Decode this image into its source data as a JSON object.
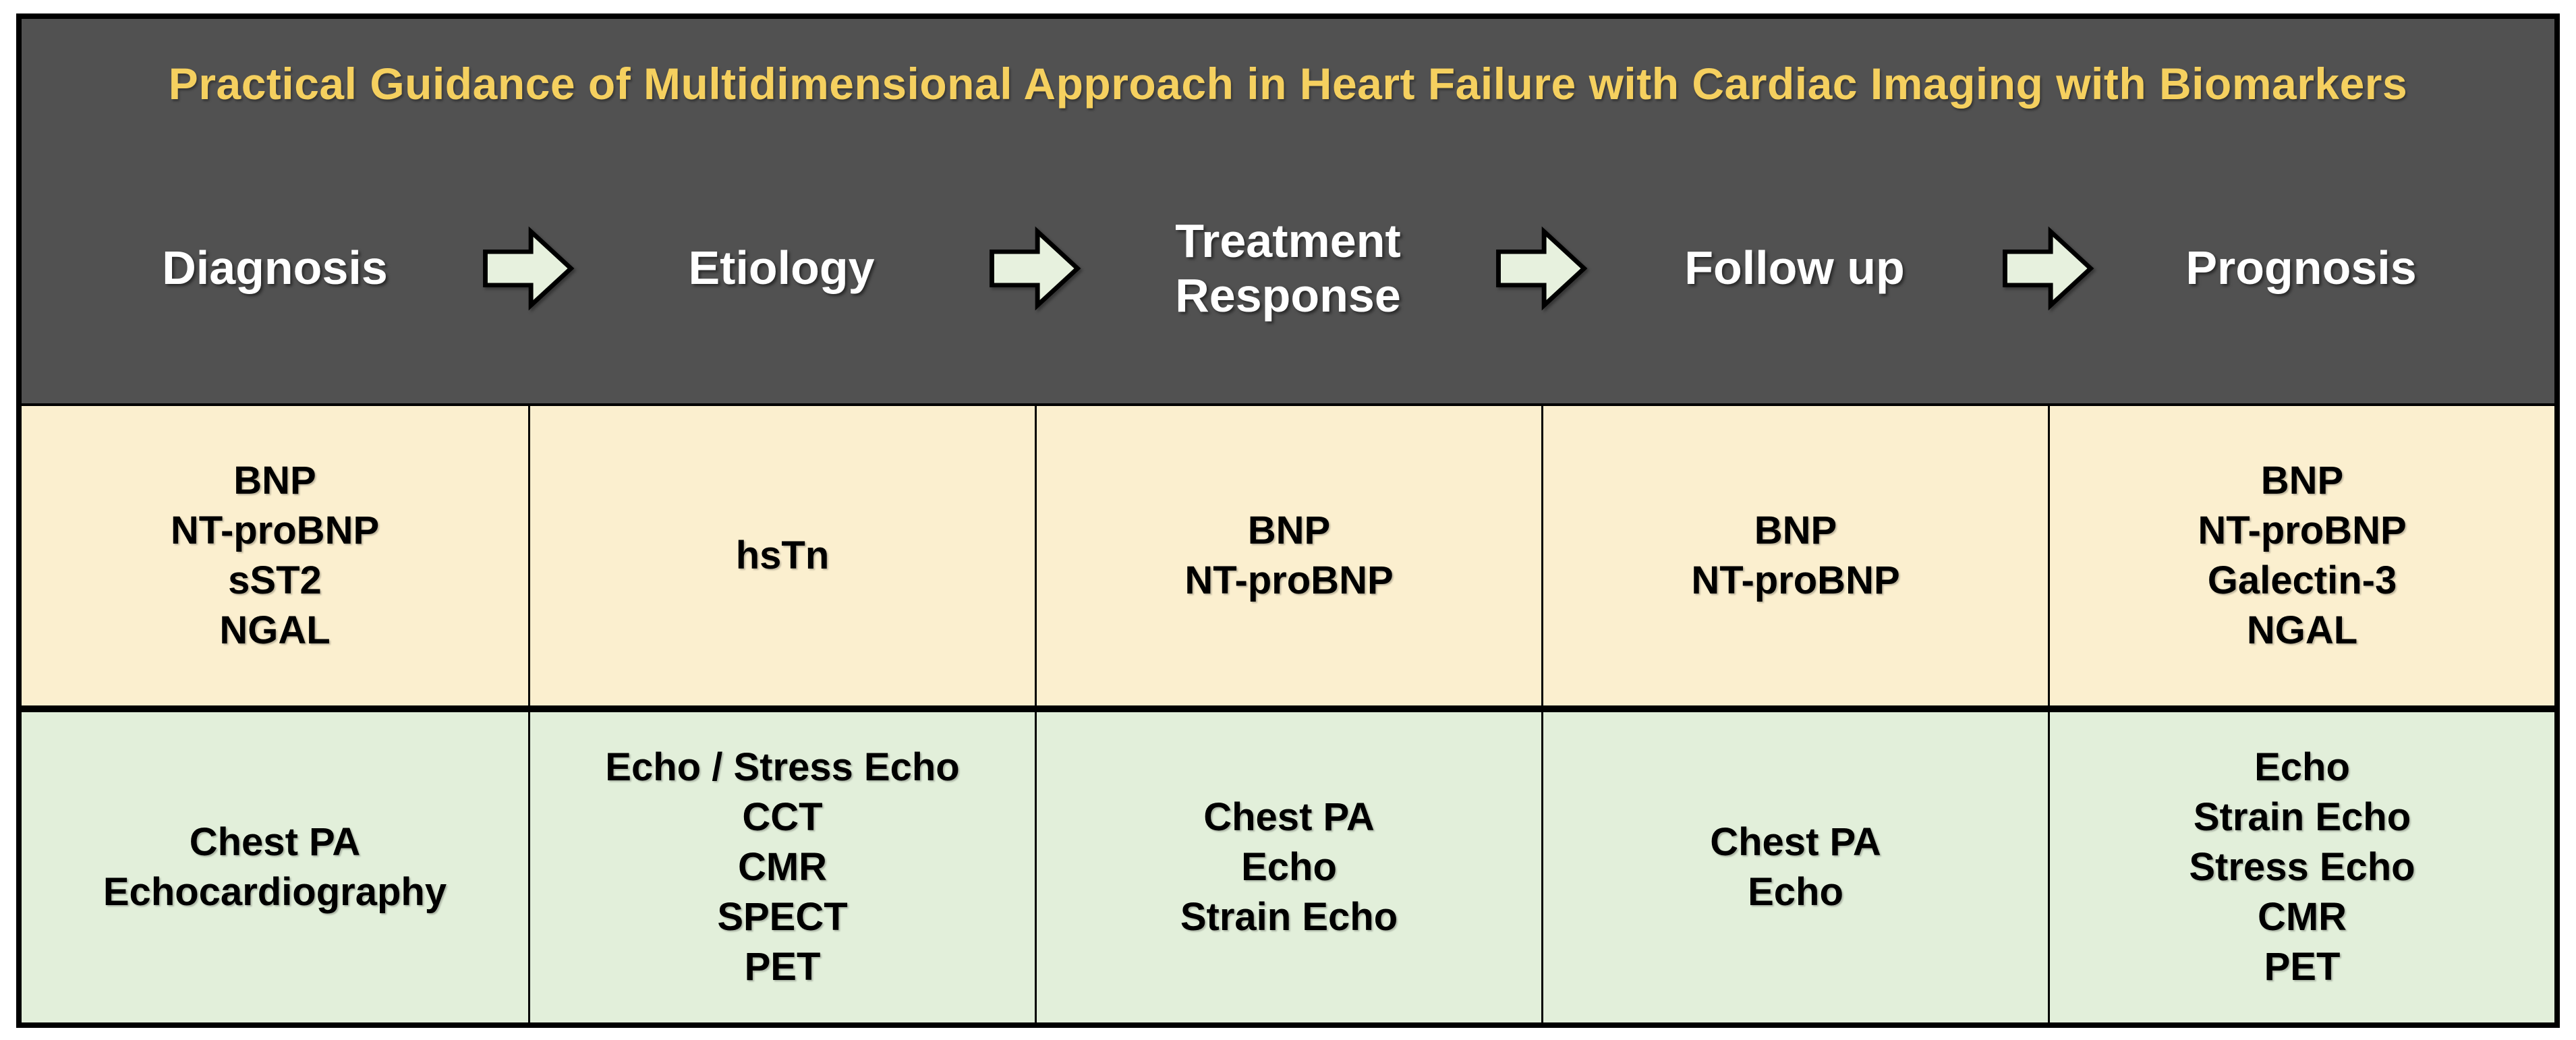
{
  "title": "Practical Guidance of Multidimensional Approach in Heart Failure with Cardiac Imaging with Biomarkers",
  "colors": {
    "header_bg": "#515151",
    "title_color": "#F5D05F",
    "stage_text": "#FFFFFF",
    "biomarker_bg": "#FBEFCF",
    "imaging_bg": "#E2EFDA",
    "arrow_fill": "#E7F1DE",
    "border": "#000000",
    "page_bg": "#FFFFFF"
  },
  "arrow_icon": "right-block-arrow",
  "stages": [
    {
      "label": "Diagnosis",
      "label_lines": [
        "Diagnosis"
      ],
      "biomarkers": [
        "BNP",
        "NT-proBNP",
        "sST2",
        "NGAL"
      ],
      "imaging": [
        "Chest PA",
        "Echocardiography"
      ]
    },
    {
      "label": "Etiology",
      "label_lines": [
        "Etiology"
      ],
      "biomarkers": [
        "hsTn"
      ],
      "imaging": [
        "Echo / Stress Echo",
        "CCT",
        "CMR",
        "SPECT",
        "PET"
      ]
    },
    {
      "label": "Treatment Response",
      "label_lines": [
        "Treatment",
        "Response"
      ],
      "biomarkers": [
        "BNP",
        "NT-proBNP"
      ],
      "imaging": [
        "Chest PA",
        "Echo",
        "Strain Echo"
      ]
    },
    {
      "label": "Follow up",
      "label_lines": [
        "Follow up"
      ],
      "biomarkers": [
        "BNP",
        "NT-proBNP"
      ],
      "imaging": [
        "Chest PA",
        "Echo"
      ]
    },
    {
      "label": "Prognosis",
      "label_lines": [
        "Prognosis"
      ],
      "biomarkers": [
        "BNP",
        "NT-proBNP",
        "Galectin-3",
        "NGAL"
      ],
      "imaging": [
        "Echo",
        "Strain Echo",
        "Stress Echo",
        "CMR",
        "PET"
      ]
    }
  ]
}
